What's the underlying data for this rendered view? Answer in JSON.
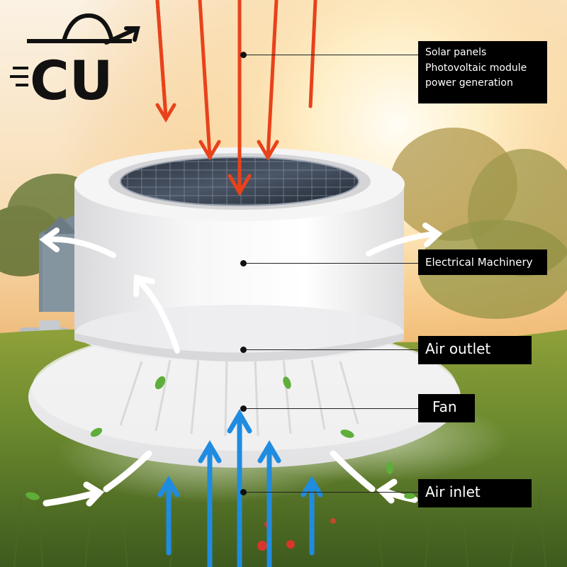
{
  "logo": {
    "text": "CU"
  },
  "labels": {
    "solar_line1": "Solar panels",
    "solar_line2": "Photovoltaic module",
    "solar_line3": "power generation",
    "machinery": "Electrical Machinery",
    "air_outlet": "Air outlet",
    "fan": "Fan",
    "air_inlet": "Air inlet"
  },
  "colors": {
    "label_bg": "#000000",
    "label_text": "#ffffff",
    "sun_arrow": "#e8421b",
    "air_in_arrow": "#1f8ce0",
    "air_out_arrow": "#ffffff"
  }
}
